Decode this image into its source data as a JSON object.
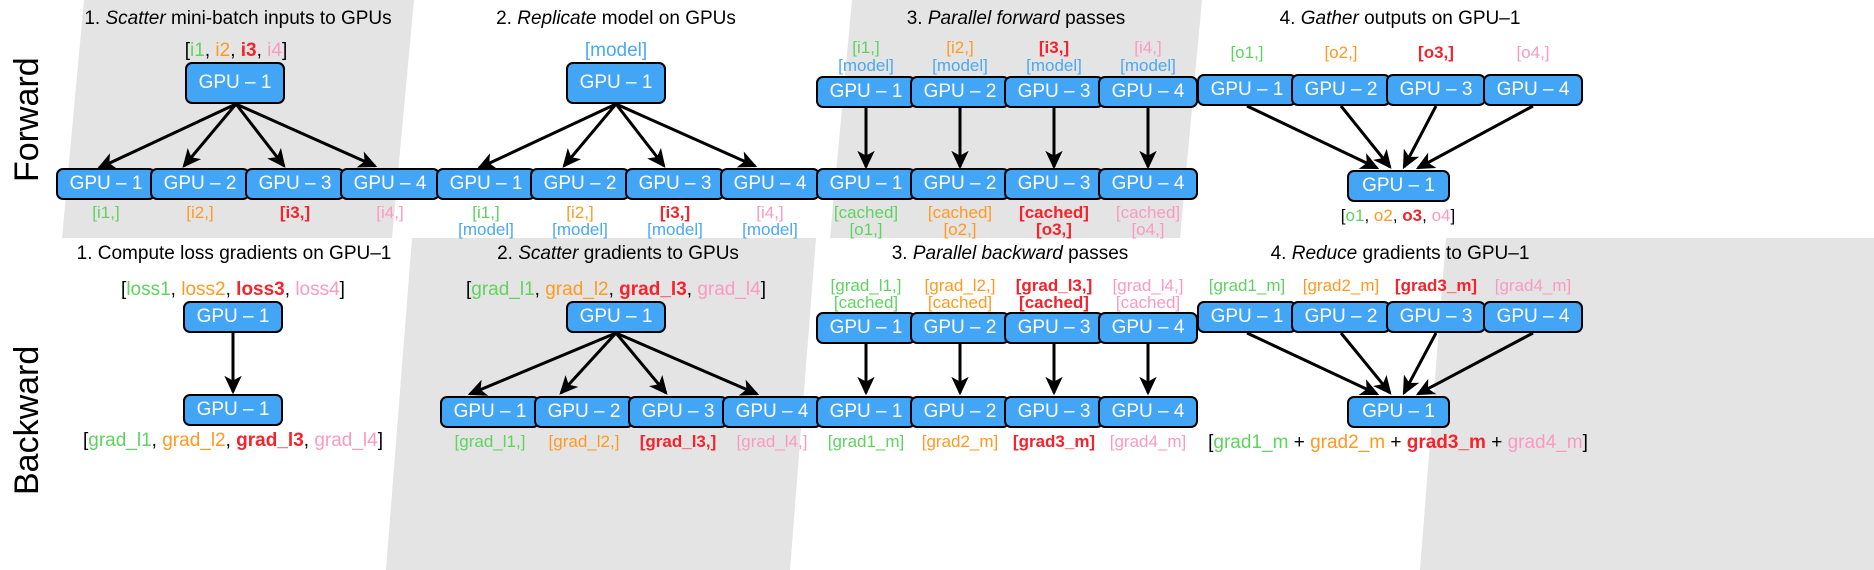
{
  "rows": [
    {
      "name": "forward",
      "label": "Forward"
    },
    {
      "name": "backward",
      "label": "Backward"
    }
  ],
  "colors": {
    "gpu_box_fill": "#42a5f5",
    "gpu_box_border": "#000000",
    "band_fill": "#e4e4e4",
    "color1": "#5fd35f",
    "color2": "#ff9a21",
    "color3": "#f5232b",
    "color4": "#fb9ac1",
    "model_color": "#4aa8f5",
    "background": "#ffffff"
  },
  "forward": {
    "panel1": {
      "title_num": "1.",
      "title_em": "Scatter",
      "title_rest": "mini-batch inputs to GPUs",
      "top_label": {
        "open": "[",
        "p1": "i1",
        "s1": ", ",
        "p2": "i2",
        "s2": ", ",
        "p3": "i3",
        "s3": ", ",
        "p4": "i4",
        "close": "]"
      },
      "top_node": "GPU – 1",
      "bottom_nodes": [
        "GPU – 1",
        "GPU – 2",
        "GPU – 3",
        "GPU – 4"
      ],
      "bottom_labels": [
        "[i1,]",
        "[i2,]",
        "[i3,]",
        "[i4,]"
      ]
    },
    "panel2": {
      "title_num": "2.",
      "title_em": "Replicate",
      "title_rest": "model on GPUs",
      "top_label": "[model]",
      "top_node": "GPU – 1",
      "bottom_nodes": [
        "GPU – 1",
        "GPU – 2",
        "GPU – 3",
        "GPU – 4"
      ],
      "bottom_labels_l1": [
        "[i1,]",
        "[i2,]",
        "[i3,]",
        "[i4,]"
      ],
      "bottom_labels_l2": [
        "[model]",
        "[model]",
        "[model]",
        "[model]"
      ]
    },
    "panel3": {
      "title_num": "3.",
      "title_em": "Parallel forward",
      "title_rest": "passes",
      "top_labels_l1": [
        "[i1,]",
        "[i2,]",
        "[i3,]",
        "[i4,]"
      ],
      "top_labels_l2": [
        "[model]",
        "[model]",
        "[model]",
        "[model]"
      ],
      "top_nodes": [
        "GPU – 1",
        "GPU – 2",
        "GPU – 3",
        "GPU – 4"
      ],
      "bottom_nodes": [
        "GPU – 1",
        "GPU – 2",
        "GPU – 3",
        "GPU – 4"
      ],
      "bottom_labels_l1": [
        "[cached]",
        "[cached]",
        "[cached]",
        "[cached]"
      ],
      "bottom_labels_l2": [
        "[o1,]",
        "[o2,]",
        "[o3,]",
        "[o4,]"
      ]
    },
    "panel4": {
      "title_num": "4.",
      "title_em": "Gather",
      "title_rest": "outputs on GPU–1",
      "top_labels": [
        "[o1,]",
        "[o2,]",
        "[o3,]",
        "[o4,]"
      ],
      "top_nodes": [
        "GPU – 1",
        "GPU – 2",
        "GPU – 3",
        "GPU – 4"
      ],
      "bottom_node": "GPU – 1",
      "bottom_label": {
        "open": "[",
        "p1": "o1",
        "s1": ", ",
        "p2": "o2",
        "s2": ", ",
        "p3": "o3",
        "s3": ", ",
        "p4": "o4",
        "close": "]"
      }
    }
  },
  "backward": {
    "panel1": {
      "title_num": "1.",
      "title_em": "",
      "title_rest": "Compute loss gradients on GPU–1",
      "top_label": {
        "open": "[",
        "p1": "loss1",
        "s1": ", ",
        "p2": "loss2",
        "s2": ", ",
        "p3": "loss3",
        "s3": ", ",
        "p4": "loss4",
        "close": "]"
      },
      "top_node": "GPU – 1",
      "bottom_node": "GPU – 1",
      "bottom_label": {
        "open": "[",
        "p1": "grad_l1",
        "s1": ", ",
        "p2": "grad_l2",
        "s2": ", ",
        "p3": "grad_l3",
        "s3": ", ",
        "p4": "grad_l4",
        "close": "]"
      }
    },
    "panel2": {
      "title_num": "2.",
      "title_em": "Scatter",
      "title_rest": "gradients to GPUs",
      "top_label": {
        "open": "[",
        "p1": "grad_l1",
        "s1": ", ",
        "p2": "grad_l2",
        "s2": ", ",
        "p3": "grad_l3",
        "s3": ", ",
        "p4": "grad_l4",
        "close": "]"
      },
      "top_node": "GPU – 1",
      "bottom_nodes": [
        "GPU – 1",
        "GPU – 2",
        "GPU – 3",
        "GPU – 4"
      ],
      "bottom_labels": [
        "[grad_l1,]",
        "[grad_l2,]",
        "[grad_l3,]",
        "[grad_l4,]"
      ]
    },
    "panel3": {
      "title_num": "3.",
      "title_em": "Parallel backward",
      "title_rest": "passes",
      "top_labels_l1": [
        "[grad_l1,]",
        "[grad_l2,]",
        "[grad_l3,]",
        "[grad_l4,]"
      ],
      "top_labels_l2": [
        "[cached]",
        "[cached]",
        "[cached]",
        "[cached]"
      ],
      "top_nodes": [
        "GPU – 1",
        "GPU – 2",
        "GPU – 3",
        "GPU – 4"
      ],
      "bottom_nodes": [
        "GPU – 1",
        "GPU – 2",
        "GPU – 3",
        "GPU – 4"
      ],
      "bottom_labels": [
        "[grad1_m]",
        "[grad2_m]",
        "[grad3_m]",
        "[grad4_m]"
      ]
    },
    "panel4": {
      "title_num": "4.",
      "title_em": "Reduce",
      "title_rest": "gradients to GPU–1",
      "top_labels": [
        "[grad1_m]",
        "[grad2_m]",
        "[grad3_m]",
        "[grad4_m]"
      ],
      "top_nodes": [
        "GPU – 1",
        "GPU – 2",
        "GPU – 3",
        "GPU – 4"
      ],
      "bottom_node": "GPU – 1",
      "bottom_label": {
        "open": "[",
        "p1": "grad1_m",
        "s1": " + ",
        "p2": "grad2_m",
        "s2": " + ",
        "p3": "grad3_m",
        "s3": " + ",
        "p4": "grad4_m",
        "close": "]"
      }
    }
  }
}
